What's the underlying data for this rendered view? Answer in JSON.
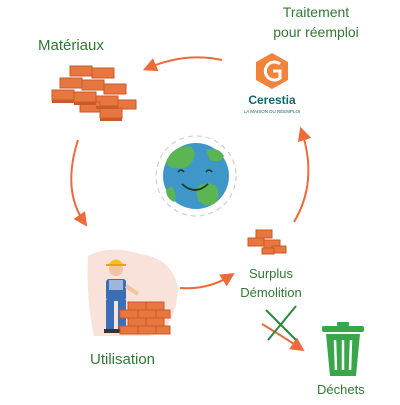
{
  "labels": {
    "materiaux": "Matériaux",
    "traitement_line1": "Traitement",
    "traitement_line2": "pour réemploi",
    "surplus_line1": "Surplus",
    "surplus_line2": "Démolition",
    "utilisation": "Utilisation",
    "dechets": "Déchets"
  },
  "logo": {
    "name": "Cerestia",
    "tagline": "LA MAISON DU RÉEMPLOI"
  },
  "colors": {
    "label_green": "#2f7a32",
    "arrow_orange": "#ef6a3a",
    "brick": "#e8773f",
    "brick_dark": "#c95a2a",
    "logo_orange": "#f1833b",
    "logo_teal": "#16646f",
    "bin_green": "#3aa64a",
    "ocean": "#3e97c8",
    "land": "#5bb552"
  },
  "icons": [
    "brick-pile-icon",
    "cerestia-logo",
    "earth-smiley-icon",
    "worker-building-wall-icon",
    "small-brick-pile-icon",
    "crossed-arrow-icon",
    "trash-bin-icon"
  ]
}
